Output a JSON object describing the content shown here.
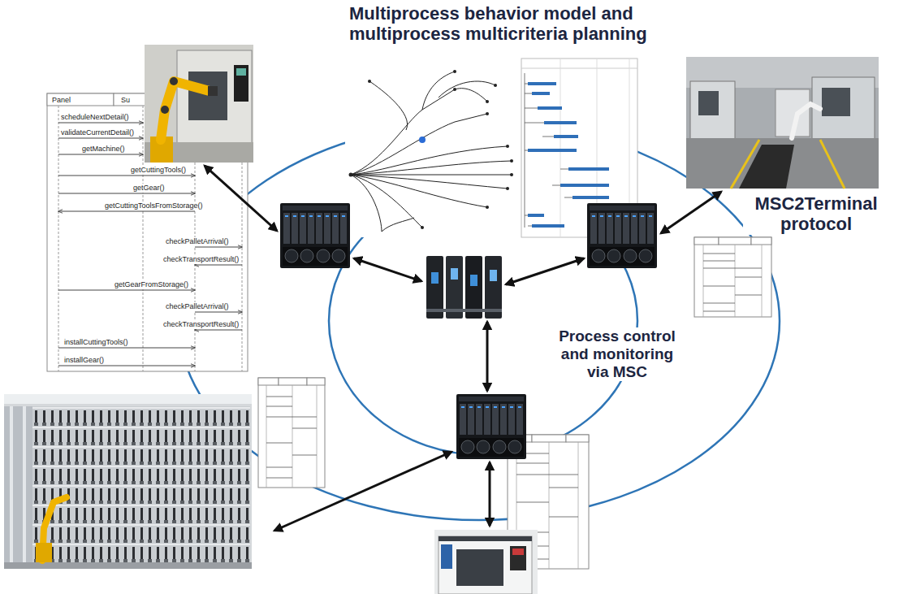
{
  "diagram": {
    "title": "Multiprocess behavior model and multiprocess multicriteria planning",
    "labels": [
      "Panel",
      "Su",
      "scheduleNextDetail()",
      "validateCurrentDetail()",
      "getMachine()",
      "getCuttingTools()",
      "getGear()",
      "getCuttingToolsFromStorage()",
      "checkPalletArrival()",
      "checkTransportResult()",
      "getGearFromStorage()",
      "checkPalletArrival()",
      "checkTransportResult()",
      "installCuttingTools()",
      "installGear()",
      "MSC2Terminal protocol",
      "Process control and monitoring via MSC"
    ]
  }
}
